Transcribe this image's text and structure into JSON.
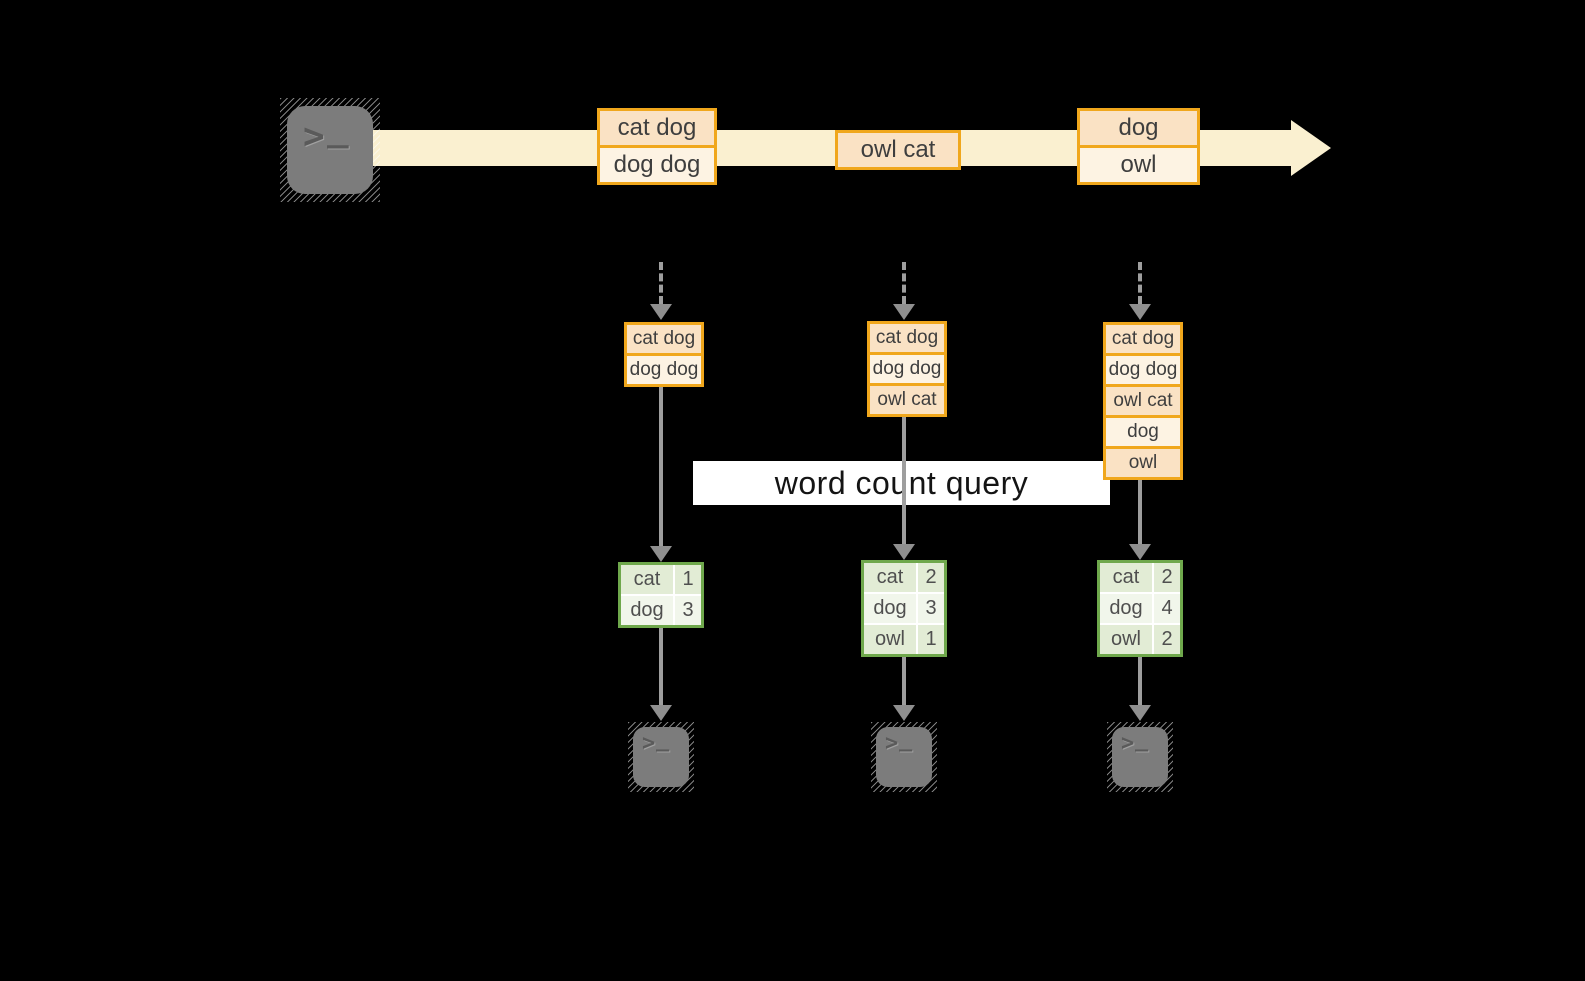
{
  "diagram": {
    "query_label": "word count query",
    "stream_events": [
      {
        "records": [
          "cat dog",
          "dog dog"
        ]
      },
      {
        "records": [
          "owl cat"
        ]
      },
      {
        "records": [
          "dog",
          "owl"
        ]
      }
    ],
    "columns": [
      {
        "buffered_records": [
          "cat dog",
          "dog dog"
        ],
        "word_counts": [
          {
            "word": "cat",
            "count": "1"
          },
          {
            "word": "dog",
            "count": "3"
          }
        ]
      },
      {
        "buffered_records": [
          "cat dog",
          "dog dog",
          "owl cat"
        ],
        "word_counts": [
          {
            "word": "cat",
            "count": "2"
          },
          {
            "word": "dog",
            "count": "3"
          },
          {
            "word": "owl",
            "count": "1"
          }
        ]
      },
      {
        "buffered_records": [
          "cat dog",
          "dog dog",
          "owl cat",
          "dog",
          "owl"
        ],
        "word_counts": [
          {
            "word": "cat",
            "count": "2"
          },
          {
            "word": "dog",
            "count": "4"
          },
          {
            "word": "owl",
            "count": "2"
          }
        ]
      }
    ],
    "icons": {
      "terminal_chevron": ">",
      "terminal_underscore": "_"
    },
    "colors": {
      "accent_orange_border": "#F0A71C",
      "record_fill_peach": "#FAE2C4",
      "record_fill_cream": "#FDF3E3",
      "stream_band": "#FAF0D0",
      "table_border_green": "#6FA84C",
      "table_cell_green": "#E2ECD5",
      "table_cell_pale": "#F1F6EB",
      "arrow_gray": "#9E9E9E",
      "terminal_gray": "#7C7C7C",
      "query_band_bg": "#FFFFFF",
      "background": "#000000"
    }
  }
}
